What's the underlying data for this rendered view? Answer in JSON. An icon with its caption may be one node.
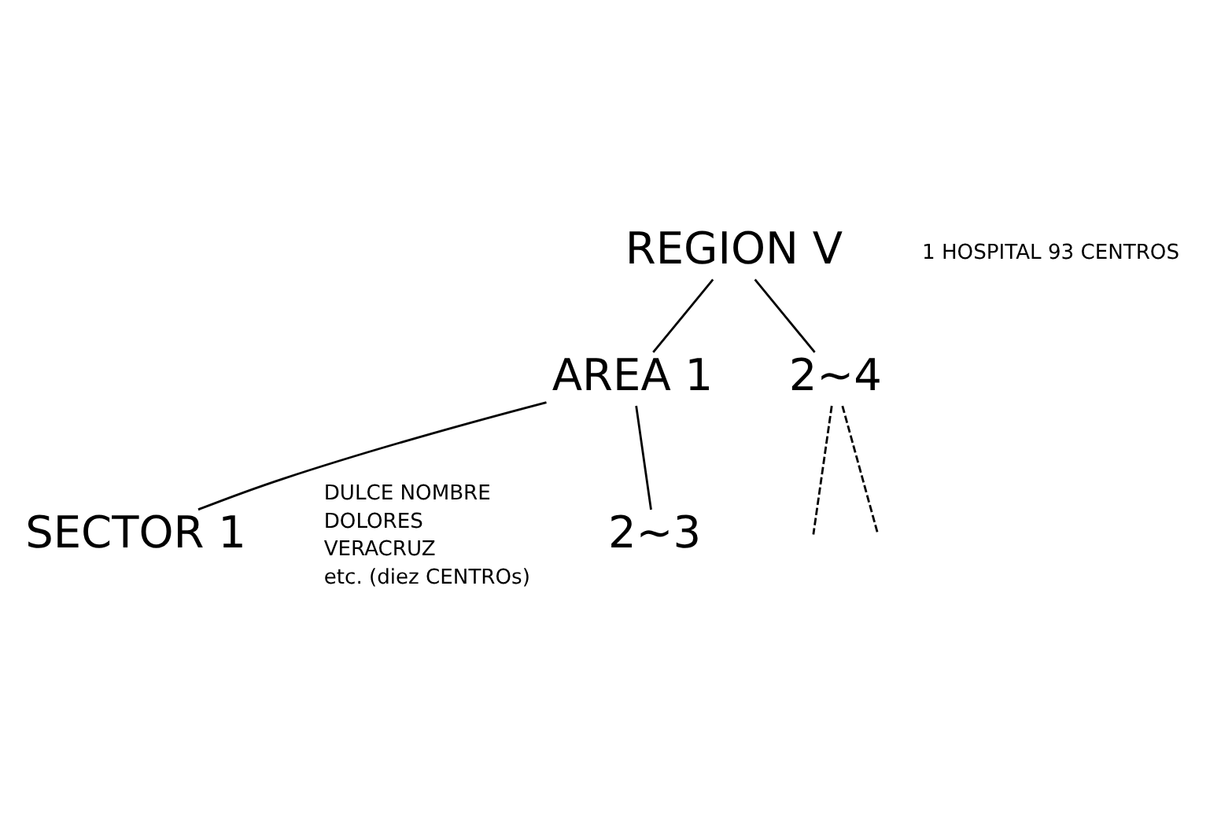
{
  "diagram": {
    "nodes": [
      {
        "text": [
          "REGION Ⅴ"
        ],
        "beside": [
          "1 HOSPITAL 93 CENTROS"
        ]
      },
      {
        "text": [
          "AREA 1"
        ]
      },
      {
        "text": [
          "2~4"
        ]
      },
      {
        "text": [
          "SECTOR 1"
        ],
        "beside": [
          "DULCE NOMBRE",
          "DOLORES",
          "VERACRUZ",
          "etc. (diez CENTROs)"
        ]
      },
      {
        "text": [
          "2~3"
        ]
      }
    ],
    "edges": [
      {
        "from": 0,
        "to": 1,
        "arrow": "none"
      },
      {
        "from": 0,
        "to": 2,
        "arrow": "none"
      },
      {
        "from": 1,
        "to": 3,
        "arrow": "none"
      },
      {
        "from": 1,
        "to": 4,
        "arrow": "none"
      },
      {
        "from": 2,
        "to": null,
        "arrow": "none",
        "style": "dashed"
      },
      {
        "from": 2,
        "to": null,
        "arrow": "none",
        "style": "dashed"
      }
    ]
  }
}
